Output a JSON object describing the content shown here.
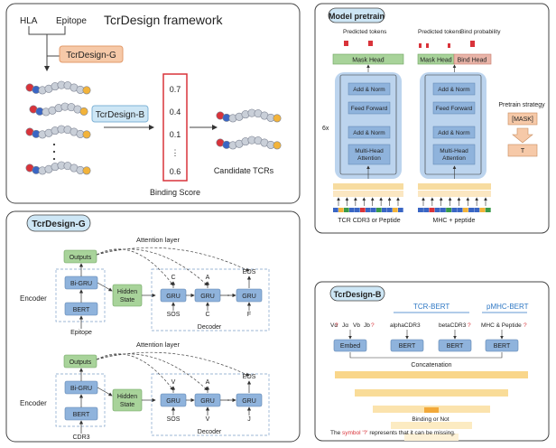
{
  "framework": {
    "title": "TcrDesign framework",
    "hla": "HLA",
    "epitope": "Epitope",
    "g_label": "TcrDesign-G",
    "b_label": "TcrDesign-B",
    "scores": [
      "0.7",
      "0.4",
      "0.1",
      "⋮",
      "0.6"
    ],
    "binding_score": "Binding Score",
    "candidate": "Candidate TCRs"
  },
  "pretrain": {
    "title": "Model pretrain",
    "predicted_tokens": "Predicted tokens",
    "predicted_tokens2": "Predicted tokens",
    "bind_probability": "Bind probability",
    "mask_head": "Mask Head",
    "mask_head2": "Mask Head",
    "bind_head": "Bind Head",
    "add_norm": "Add & Norm",
    "feed_forward": "Feed Forward",
    "mha1": "Multi-Head",
    "mha2": "Attention",
    "times": "6x",
    "input1": "TCR CDR3 or Peptide",
    "input2": "MHC + peptide",
    "strategy": "Pretrain strategy",
    "mask_token": "[MASK]",
    "t_token": "T"
  },
  "g": {
    "title": "TcrDesign-G",
    "attention": "Attention layer",
    "outputs": "Outputs",
    "bigru": "Bi-GRU",
    "bert": "BERT",
    "hidden1": "Hidden",
    "hidden2": "State",
    "gru": "GRU",
    "encoder": "Encoder",
    "decoder": "Decoder",
    "sos": "SOS",
    "eos": "EOS",
    "epitope": "Epitope",
    "cdr3": "CDR3",
    "top_tokens": [
      "C",
      "A",
      "C",
      "F"
    ],
    "bottom_tokens": [
      "V",
      "A",
      "V",
      "J"
    ]
  },
  "b": {
    "title": "TcrDesign-B",
    "tcr_bert": "TCR-BERT",
    "pmhc_bert": "pMHC-BERT",
    "input1": "Vα",
    "input1b": "Jα",
    "input1c": "Vb",
    "input1d": "Jb",
    "q": "?",
    "alpha": "alphaCDR3",
    "beta": "betaCDR3",
    "mhc": "MHC & Peptide",
    "embed": "Embed",
    "bert": "BERT",
    "concat": "Concatenation",
    "binding": "Binding or Not",
    "note_pre": "The ",
    "note_symbol": "symbol '?'",
    "note_post": " represents that it can be missing."
  },
  "colors": {
    "orange_label": "#f6c9a8",
    "blue_label": "#cde6f5",
    "green_box": "#a8d39a",
    "blue_box": "#8fb3dc",
    "panel_blue": "#bcd4ee",
    "red": "#d9333a",
    "yellow_bar": "#f7c356"
  }
}
